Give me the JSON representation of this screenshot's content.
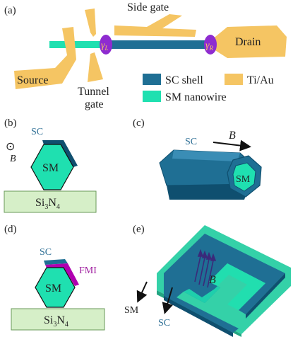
{
  "colors": {
    "sc_shell": "#1f6f94",
    "sc_shell_dark": "#0f4f6f",
    "sm_nanowire": "#1fe0b0",
    "ti_au": "#f5c563",
    "substrate": "#d6efc8",
    "barrier": "#8e2bd0",
    "fmi": "#b000b0",
    "label_sc": "#2e6f95"
  },
  "panel_a": {
    "label": "(a)",
    "side_gate": "Side gate",
    "drain": "Drain",
    "source": "Source",
    "tunnel_gate_line1": "Tunnel",
    "tunnel_gate_line2": "gate",
    "gamma_l_sym": "γ",
    "gamma_l_sub": "L",
    "gamma_r_sym": "γ",
    "gamma_r_sub": "R",
    "legend": {
      "sc_shell": "SC shell",
      "ti_au": "Ti/Au",
      "sm_nanowire": "SM nanowire"
    }
  },
  "panel_b": {
    "label": "(b)",
    "sc": "SC",
    "sm": "SM",
    "b_symbol": "⊙",
    "b_label": "B",
    "substrate_main": "Si",
    "substrate_sub1": "3",
    "substrate_mid": "N",
    "substrate_sub2": "4"
  },
  "panel_c": {
    "label": "(c)",
    "sc": "SC",
    "b_label": "B",
    "sm": "SM"
  },
  "panel_d": {
    "label": "(d)",
    "sc": "SC",
    "fmi": "FMI",
    "sm": "SM",
    "substrate_main": "Si",
    "substrate_sub1": "3",
    "substrate_mid": "N",
    "substrate_sub2": "4"
  },
  "panel_e": {
    "label": "(e)",
    "b_label": "B",
    "sm": "SM",
    "sc": "SC"
  }
}
